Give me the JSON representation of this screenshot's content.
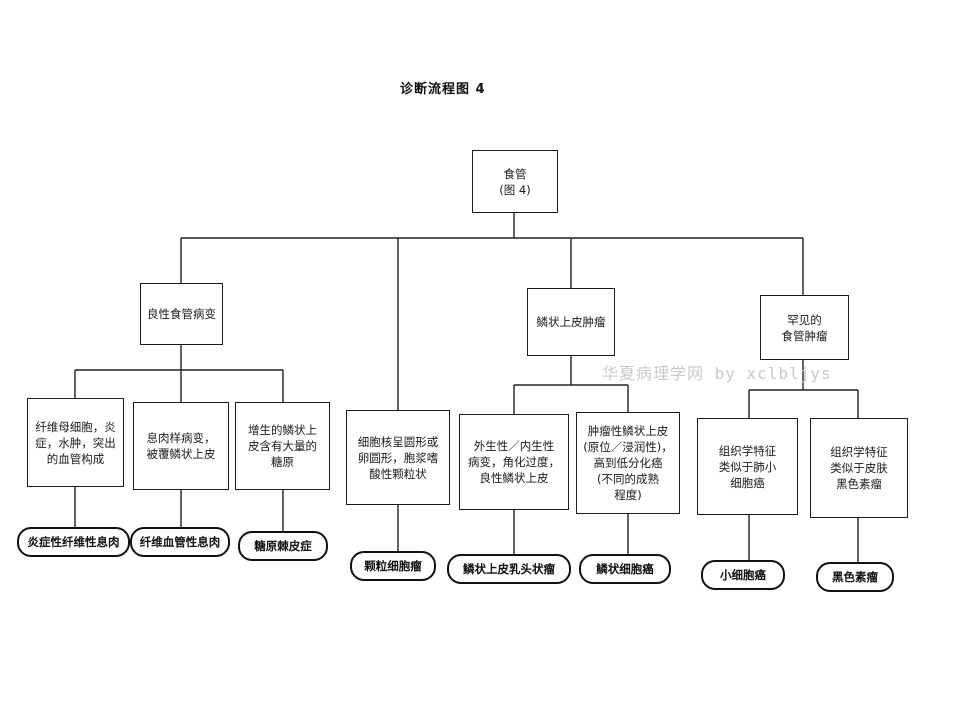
{
  "title": "诊断流程图 4",
  "watermark": "华夏病理学网 by xclbljys",
  "root": {
    "label": "食管\n(图 4)"
  },
  "level1": [
    {
      "label": "良性食管病变"
    },
    {
      "label": "细胞核呈圆形或\n卵圆形，胞浆嗜\n酸性颗粒状"
    },
    {
      "label": "鳞状上皮肿瘤"
    },
    {
      "label": "罕见的\n食管肿瘤"
    }
  ],
  "level2": [
    {
      "label": "纤维母细胞，炎\n症，水肿，突出\n的血管构成"
    },
    {
      "label": "息肉样病变，\n被覆鳞状上皮"
    },
    {
      "label": "增生的鳞状上\n皮含有大量的\n糖原"
    },
    {
      "label": "外生性／内生性\n病变，角化过度，\n良性鳞状上皮"
    },
    {
      "label": "肿瘤性鳞状上皮\n(原位／浸润性)，\n高到低分化癌\n(不同的成熟\n程度)"
    },
    {
      "label": "组织学特征\n类似于肺小\n细胞癌"
    },
    {
      "label": "组织学特征\n类似于皮肤\n黑色素瘤"
    }
  ],
  "diagnoses": [
    {
      "label": "炎症性纤维性息肉"
    },
    {
      "label": "纤维血管性息肉"
    },
    {
      "label": "糖原棘皮症"
    },
    {
      "label": "颗粒细胞瘤"
    },
    {
      "label": "鳞状上皮乳头状瘤"
    },
    {
      "label": "鳞状细胞癌"
    },
    {
      "label": "小细胞癌"
    },
    {
      "label": "黑色素瘤"
    }
  ]
}
